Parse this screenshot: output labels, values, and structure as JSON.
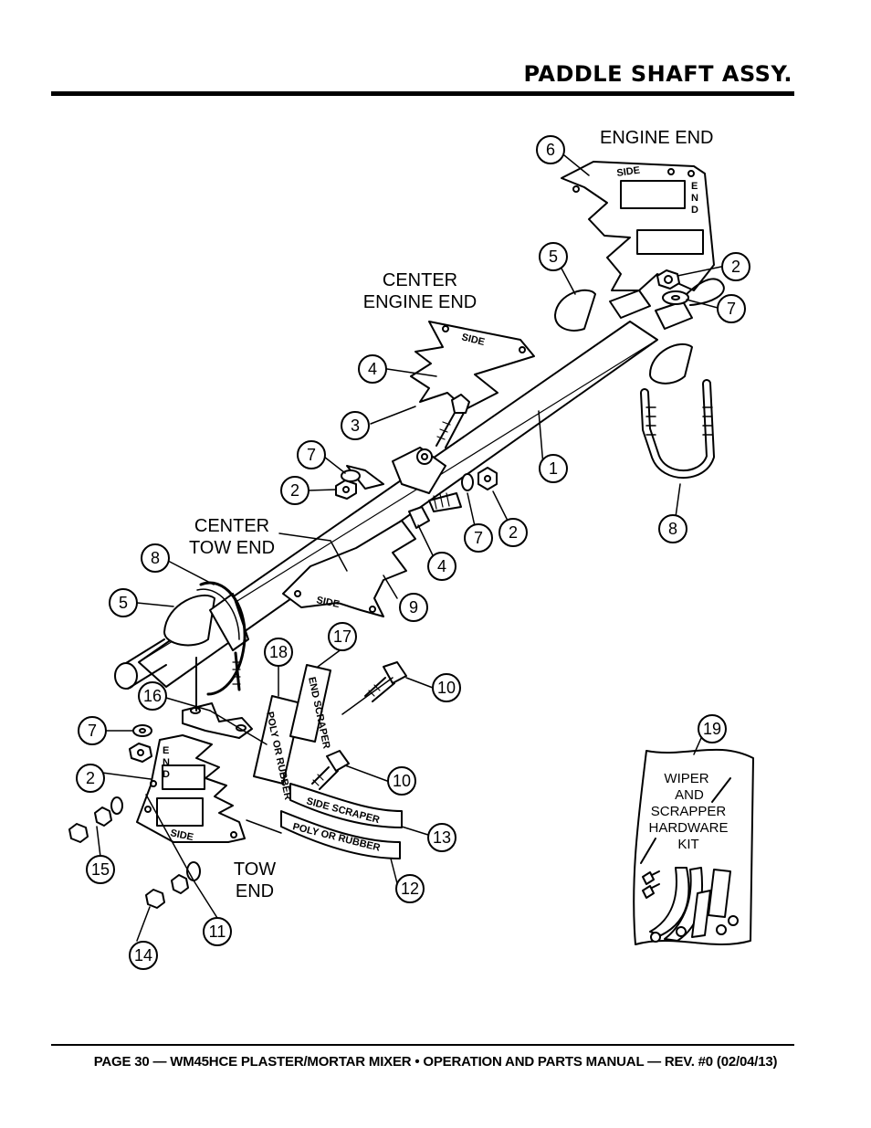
{
  "header": {
    "title": "PADDLE SHAFT ASSY."
  },
  "labels": {
    "engine_end": "ENGINE END",
    "center_engine_end_1": "CENTER",
    "center_engine_end_2": "ENGINE END",
    "center_tow_end_1": "CENTER",
    "center_tow_end_2": "TOW END",
    "tow_end_1": "TOW",
    "tow_end_2": "END"
  },
  "stamps": {
    "side": "SIDE",
    "end_letters": [
      "E",
      "N",
      "D"
    ],
    "side_scraper": "SIDE SCRAPER",
    "poly_or_rubber": "POLY OR RUBBER",
    "end_scraper": "END SCRAPER",
    "poly_rubber_vertical": "POLY OR RUBBER"
  },
  "kit": {
    "lines": [
      "WIPER",
      "AND",
      "SCRAPPER",
      "HARDWARE",
      "KIT"
    ]
  },
  "callouts": {
    "c1": "1",
    "c2a": "2",
    "c2b": "2",
    "c2c": "2",
    "c3": "3",
    "c4a": "4",
    "c4b": "4",
    "c5a": "5",
    "c5b": "5",
    "c6": "6",
    "c7a": "7",
    "c7b": "7",
    "c7c": "7",
    "c7d": "7",
    "c8a": "8",
    "c8b": "8",
    "c9": "9",
    "c10a": "10",
    "c10b": "10",
    "c11": "11",
    "c12": "12",
    "c13": "13",
    "c14": "14",
    "c15": "15",
    "c16": "16",
    "c17": "17",
    "c18": "18",
    "c19": "19"
  },
  "footer": {
    "text": "PAGE 30 — WM45HCE PLASTER/MORTAR MIXER • OPERATION AND PARTS MANUAL — REV. #0 (02/04/13)"
  }
}
